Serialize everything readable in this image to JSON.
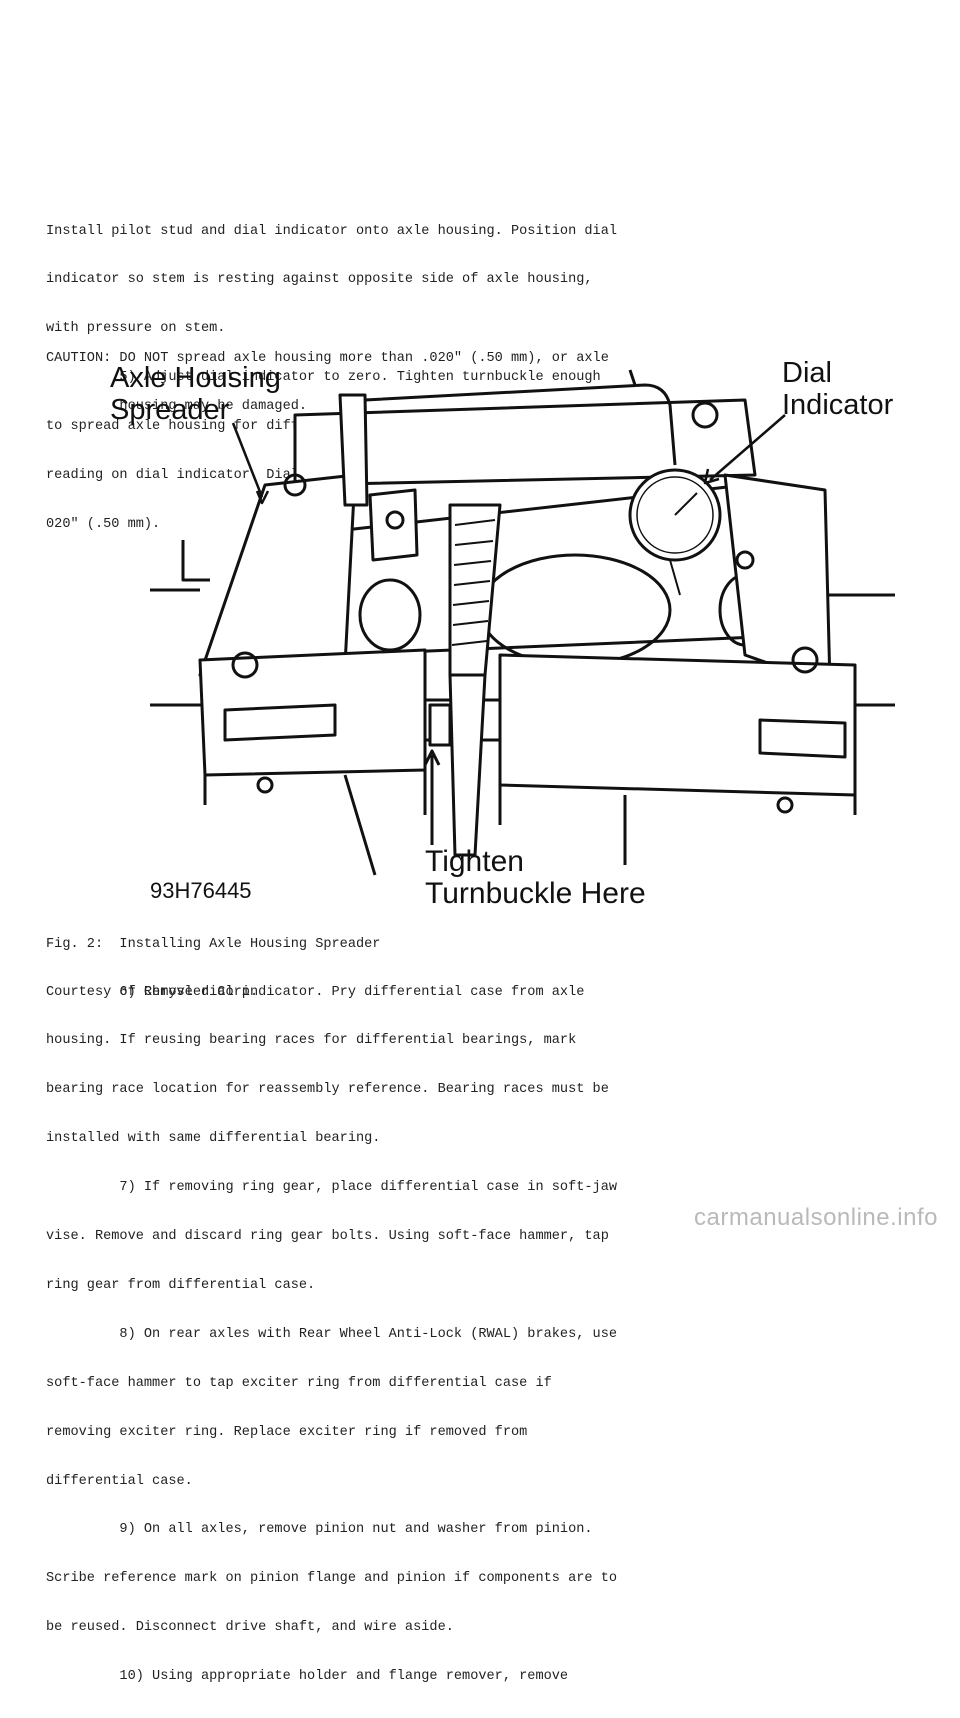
{
  "intro": {
    "lines": [
      "Install pilot stud and dial indicator onto axle housing. Position dial",
      "indicator so stem is resting against opposite side of axle housing,",
      "with pressure on stem.",
      "         5) Adjust dial indicator to zero. Tighten turnbuckle enough",
      "to spread axle housing for differential case removal while noting",
      "reading on dial indicator. Dial indicator reading should not exceed .",
      "020\" (.50 mm)."
    ]
  },
  "caution": {
    "lines": [
      "CAUTION: DO NOT spread axle housing more than .020\" (.50 mm), or axle",
      "         housing may be damaged."
    ]
  },
  "figure": {
    "label_spreader_1": "Axle Housing",
    "label_spreader_2": "Spreader",
    "label_indicator_1": "Dial",
    "label_indicator_2": "Indicator",
    "label_turnbuckle_1": "Tighten",
    "label_turnbuckle_2": "Turnbuckle Here",
    "figure_code": "93H76445"
  },
  "caption": {
    "lines": [
      "Fig. 2:  Installing Axle Housing Spreader",
      "Courtesy of Chrysler Corp."
    ]
  },
  "steps": {
    "lines": [
      "         6) Remove dial indicator. Pry differential case from axle",
      "housing. If reusing bearing races for differential bearings, mark",
      "bearing race location for reassembly reference. Bearing races must be",
      "installed with same differential bearing.",
      "         7) If removing ring gear, place differential case in soft-jaw",
      "vise. Remove and discard ring gear bolts. Using soft-face hammer, tap",
      "ring gear from differential case.",
      "         8) On rear axles with Rear Wheel Anti-Lock (RWAL) brakes, use",
      "soft-face hammer to tap exciter ring from differential case if",
      "removing exciter ring. Replace exciter ring if removed from",
      "differential case.",
      "         9) On all axles, remove pinion nut and washer from pinion.",
      "Scribe reference mark on pinion flange and pinion if components are to",
      "be reused. Disconnect drive shaft, and wire aside.",
      "         10) Using appropriate holder and flange remover, remove"
    ]
  },
  "watermark": "carmanualsonline.info"
}
